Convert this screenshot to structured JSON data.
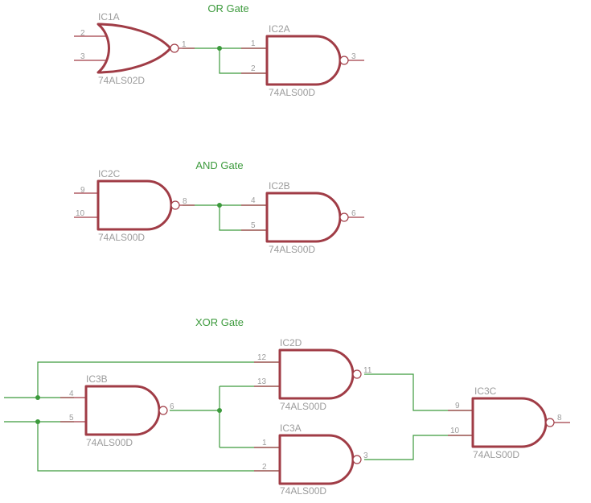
{
  "colors": {
    "wire": "#3c9a3c",
    "title": "#3c9a3c",
    "gate_body": "#a03c46",
    "label": "#9c9c9c",
    "pin_line": "#a03c46"
  },
  "sections": {
    "or": {
      "title": "OR Gate"
    },
    "and": {
      "title": "AND Gate"
    },
    "xor": {
      "title": "XOR Gate"
    }
  },
  "gates": {
    "ic1a": {
      "name": "IC1A",
      "part": "74ALS02D",
      "pins": {
        "in1": "2",
        "in2": "3",
        "out": "1"
      }
    },
    "ic2a": {
      "name": "IC2A",
      "part": "74ALS00D",
      "pins": {
        "in1": "1",
        "in2": "2",
        "out": "3"
      }
    },
    "ic2c": {
      "name": "IC2C",
      "part": "74ALS00D",
      "pins": {
        "in1": "9",
        "in2": "10",
        "out": "8"
      }
    },
    "ic2b": {
      "name": "IC2B",
      "part": "74ALS00D",
      "pins": {
        "in1": "4",
        "in2": "5",
        "out": "6"
      }
    },
    "ic3b": {
      "name": "IC3B",
      "part": "74ALS00D",
      "pins": {
        "in1": "4",
        "in2": "5",
        "out": "6"
      }
    },
    "ic2d": {
      "name": "IC2D",
      "part": "74ALS00D",
      "pins": {
        "in1": "12",
        "in2": "13",
        "out": "11"
      }
    },
    "ic3a": {
      "name": "IC3A",
      "part": "74ALS00D",
      "pins": {
        "in1": "1",
        "in2": "2",
        "out": "3"
      }
    },
    "ic3c": {
      "name": "IC3C",
      "part": "74ALS00D",
      "pins": {
        "in1": "9",
        "in2": "10",
        "out": "8"
      }
    }
  }
}
